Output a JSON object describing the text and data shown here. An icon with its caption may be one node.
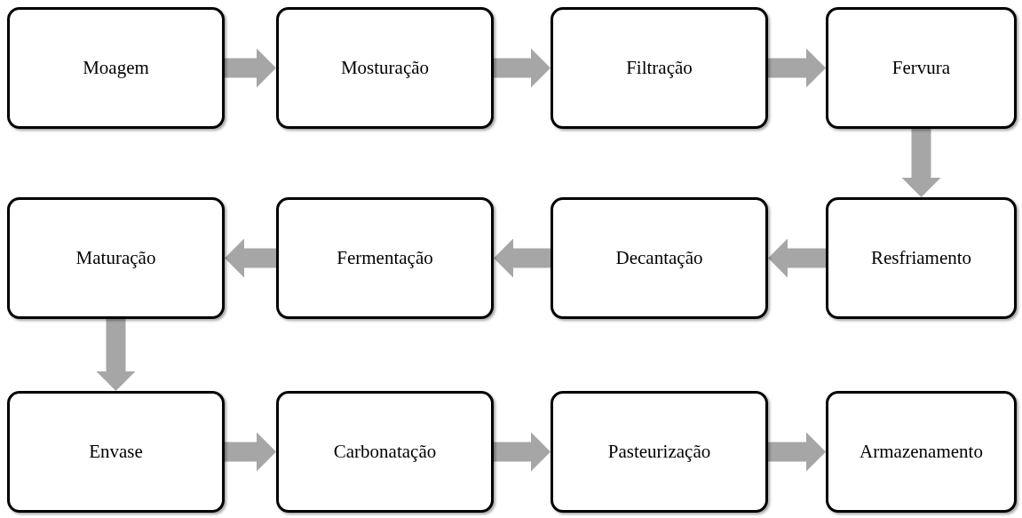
{
  "diagram": {
    "nodes": [
      {
        "text": [
          "Moagem"
        ]
      },
      {
        "text": [
          "Mosturação"
        ]
      },
      {
        "text": [
          "Filtração"
        ]
      },
      {
        "text": [
          "Fervura"
        ]
      },
      {
        "text": [
          "Maturação"
        ]
      },
      {
        "text": [
          "Fermentação"
        ]
      },
      {
        "text": [
          "Decantação"
        ]
      },
      {
        "text": [
          "Resfriamento"
        ]
      },
      {
        "text": [
          "Envase"
        ]
      },
      {
        "text": [
          "Carbonatação"
        ]
      },
      {
        "text": [
          "Pasteurização"
        ]
      },
      {
        "text": [
          "Armazenamento"
        ]
      }
    ],
    "edges": [
      {
        "from": 0,
        "to": 1,
        "arrow": "to"
      },
      {
        "from": 1,
        "to": 2,
        "arrow": "to"
      },
      {
        "from": 2,
        "to": 3,
        "arrow": "to"
      },
      {
        "from": 3,
        "to": 7,
        "arrow": "to"
      },
      {
        "from": 7,
        "to": 6,
        "arrow": "to"
      },
      {
        "from": 6,
        "to": 5,
        "arrow": "to"
      },
      {
        "from": 5,
        "to": 4,
        "arrow": "to"
      },
      {
        "from": 4,
        "to": 8,
        "arrow": "to"
      },
      {
        "from": 8,
        "to": 9,
        "arrow": "to"
      },
      {
        "from": 9,
        "to": 10,
        "arrow": "to"
      },
      {
        "from": 10,
        "to": 11,
        "arrow": "to"
      }
    ]
  }
}
